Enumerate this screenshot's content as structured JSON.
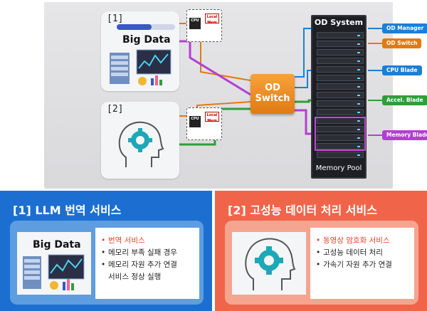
{
  "diagram": {
    "tag1": "[1]",
    "tag2": "[2]",
    "bigdata_title": "Big Data",
    "node_cpu": "CPU",
    "node_mem": "Local Mem",
    "switch_label": "OD Switch",
    "rack_title": "OD System",
    "memory_pool": "Memory Pool",
    "right_labels": [
      {
        "text": "OD Manager",
        "color": "#1c7fd6"
      },
      {
        "text": "OD Switch",
        "color": "#e07a14"
      },
      {
        "text": "CPU Blade",
        "color": "#1c7fd6"
      },
      {
        "text": "Accel. Blade",
        "color": "#2e9e3a"
      },
      {
        "text": "Memory Blade",
        "color": "#b33fd1"
      }
    ]
  },
  "panel1": {
    "title": "[1] LLM 번역 서비스",
    "image_label": "Big Data",
    "items": [
      "번역 서비스",
      "메모리 부족 실패 경우",
      "메모리 자원 추가 연결",
      "서비스 정상 실행"
    ]
  },
  "panel2": {
    "title": "[2] 고성능 데이터 처리 서비스",
    "items": [
      "동영상 암호화 서비스",
      "고성능 데이터 처리",
      "가속기 자원 추가 연결"
    ]
  },
  "colors": {
    "blue": "#1c6fd1",
    "orange": "#e07a14",
    "green": "#2e9e3a",
    "purple": "#b33fd1",
    "coral": "#f0654a"
  }
}
